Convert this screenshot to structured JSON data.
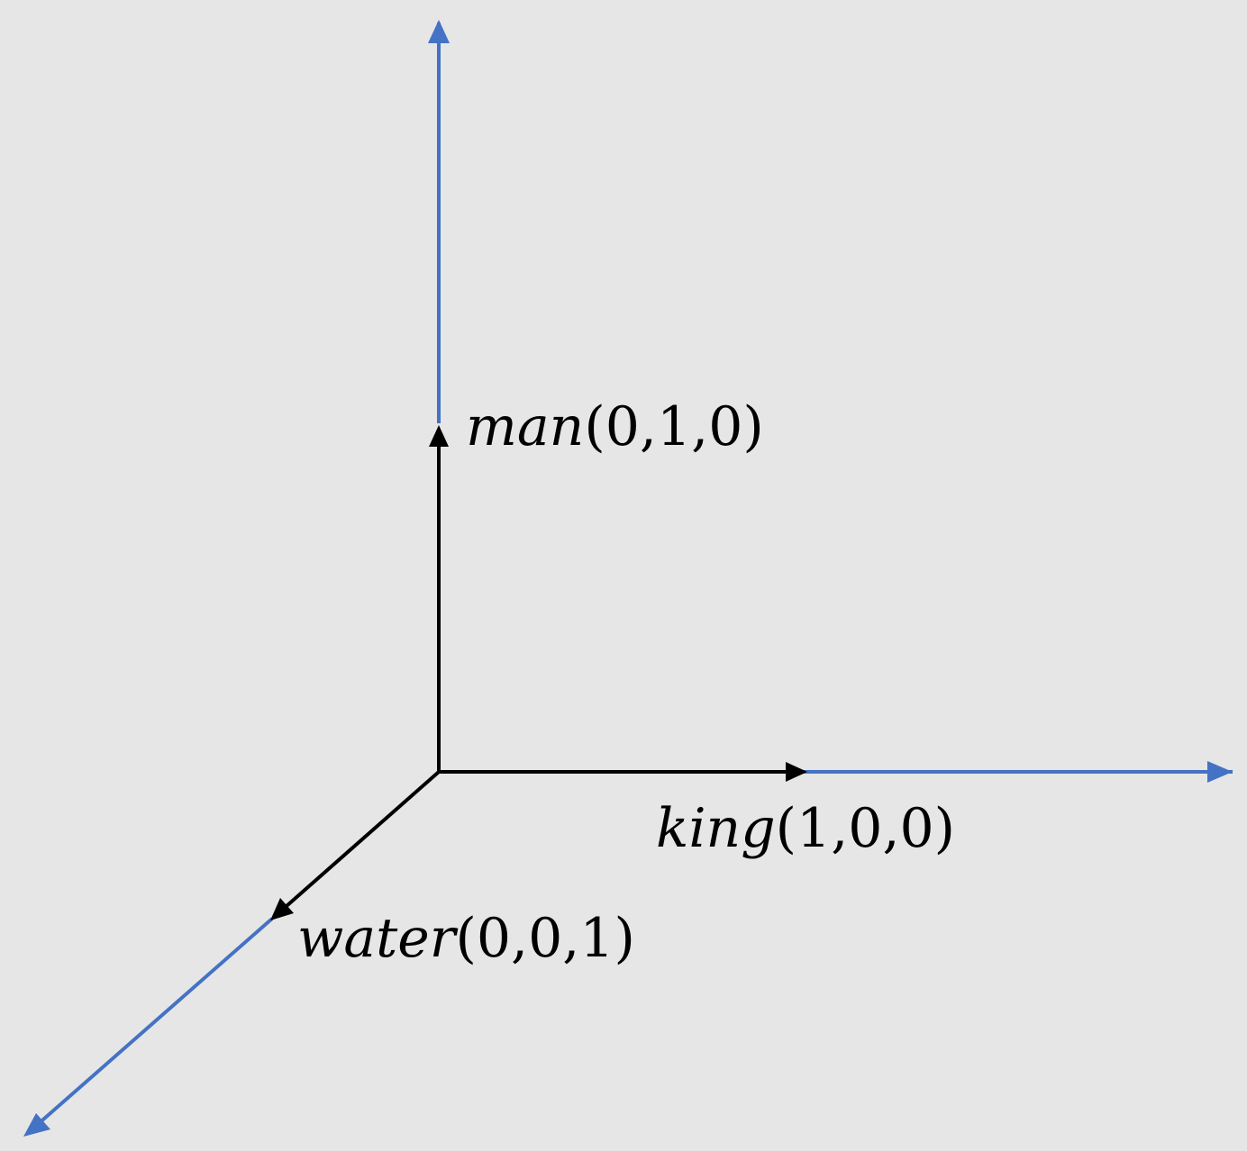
{
  "colors": {
    "background": "#e6e6e6",
    "axis_extension": "#4472c4",
    "basis_vector": "#000000"
  },
  "vectors": [
    {
      "id": "king",
      "word": "king",
      "coords": "(1,0,0)",
      "components": [
        1,
        0,
        0
      ]
    },
    {
      "id": "man",
      "word": "man",
      "coords": "(0,1,0)",
      "components": [
        0,
        1,
        0
      ]
    },
    {
      "id": "water",
      "word": "water",
      "coords": "(0,0,1)",
      "components": [
        0,
        0,
        1
      ]
    }
  ]
}
